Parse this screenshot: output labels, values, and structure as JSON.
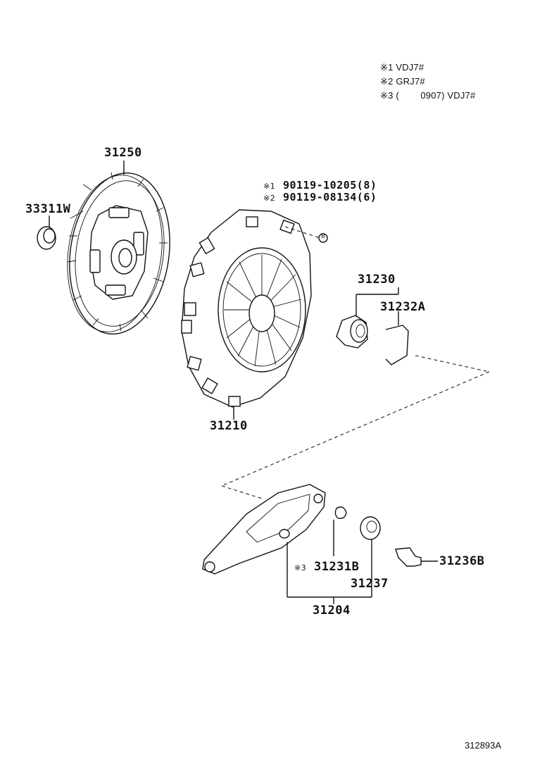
{
  "notes": [
    {
      "mark": "※1",
      "text": "VDJ7#"
    },
    {
      "mark": "※2",
      "text": "GRJ7#"
    },
    {
      "mark": "※3",
      "text": "(        0907) VDJ7#"
    }
  ],
  "parts": {
    "disc": "31250",
    "pilot_bearing": "33311W",
    "bolt_1": {
      "mark": "※1",
      "number": "90119-10205(8)"
    },
    "bolt_2": {
      "mark": "※2",
      "number": "90119-08134(6)"
    },
    "bolt_symbol": "B",
    "cover": "31210",
    "release_bearing": "31230",
    "bearing_clip": "31232A",
    "release_fork_assy": "31204",
    "fork_clip": {
      "mark": "※3",
      "number": "31231B"
    },
    "fork_boot": "31237",
    "fork_support": "31236B"
  },
  "ref_code": "312893A"
}
